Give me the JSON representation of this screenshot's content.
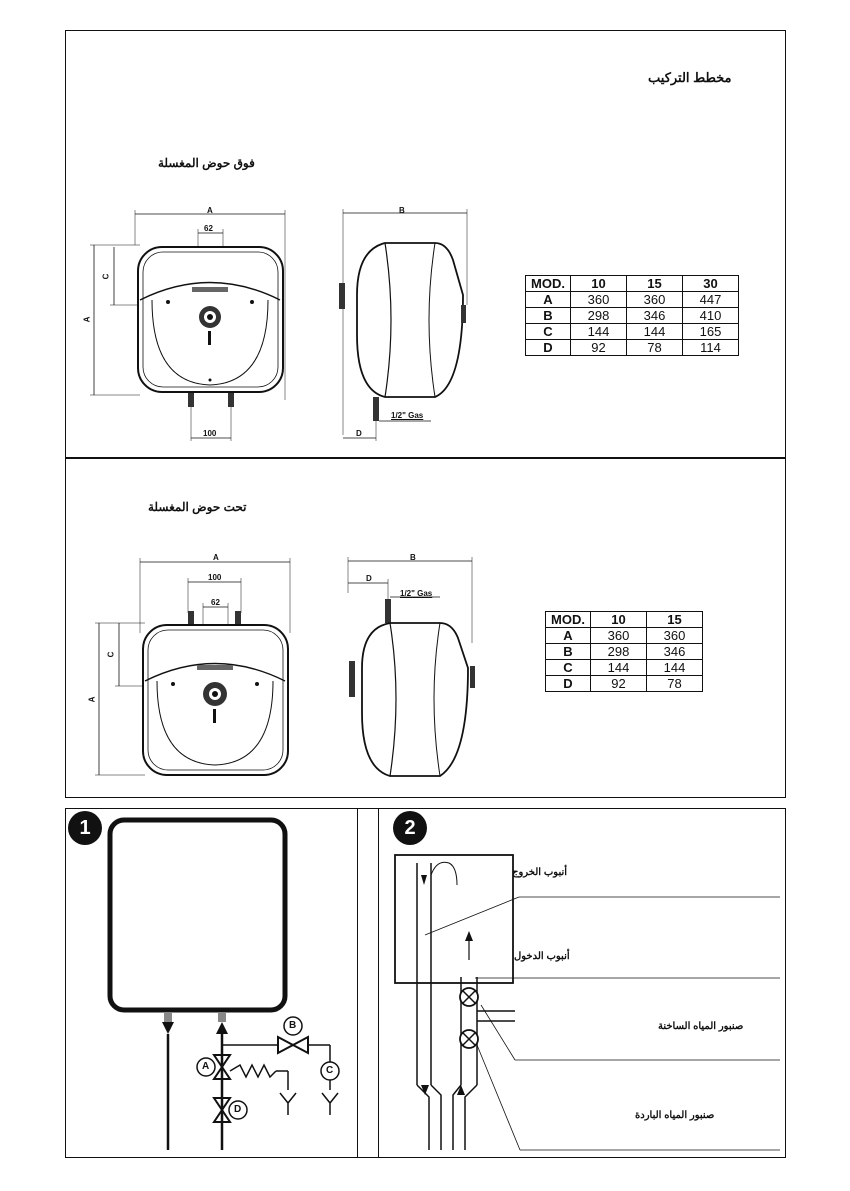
{
  "top": {
    "title": "مخطط التركيب",
    "above_sink": {
      "label": "فوق حوض المغسلة",
      "front_dims": {
        "a": "A",
        "c": "C",
        "d62": "62",
        "d100": "100"
      },
      "side_dims": {
        "b": "B",
        "d": "D",
        "gas": "1/2\" Gas"
      },
      "table": {
        "header": [
          "MOD.",
          "10",
          "15",
          "30"
        ],
        "rows": [
          [
            "A",
            "360",
            "360",
            "447"
          ],
          [
            "B",
            "298",
            "346",
            "410"
          ],
          [
            "C",
            "144",
            "144",
            "165"
          ],
          [
            "D",
            "92",
            "78",
            "114"
          ]
        ]
      }
    },
    "below_sink": {
      "label": "تحت حوض المغسلة",
      "front_dims": {
        "a": "A",
        "c": "C",
        "d62": "62",
        "d100": "100"
      },
      "side_dims": {
        "b": "B",
        "d": "D",
        "gas": "1/2\" Gas"
      },
      "table": {
        "header": [
          "MOD.",
          "10",
          "15"
        ],
        "rows": [
          [
            "A",
            "360",
            "360"
          ],
          [
            "B",
            "298",
            "346"
          ],
          [
            "C",
            "144",
            "144"
          ],
          [
            "D",
            "92",
            "78"
          ]
        ]
      }
    }
  },
  "fig1": {
    "number": "1",
    "valves": {
      "a": "A",
      "b": "B",
      "c": "C",
      "d": "D"
    }
  },
  "fig2": {
    "number": "2",
    "labels": {
      "outlet": "أنبوب الخروج",
      "inlet": "أنبوب الدخول",
      "hot_tap": "صنبور المياه الساخنة",
      "cold_tap": "صنبور المياه الباردة"
    }
  }
}
